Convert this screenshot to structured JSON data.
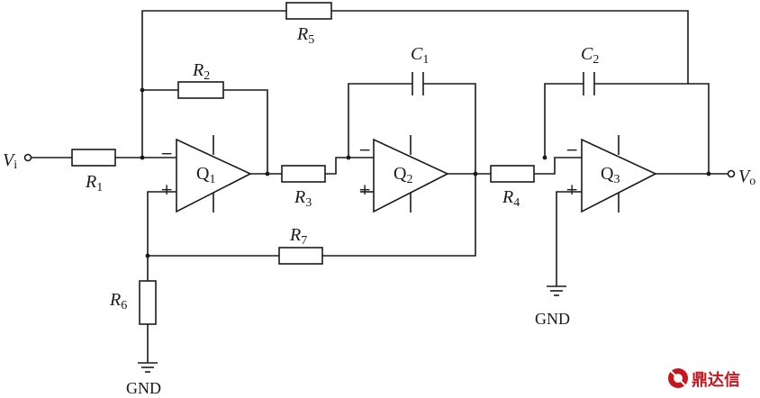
{
  "input_label": {
    "main": "V",
    "sub": "i"
  },
  "output_label": {
    "main": "V",
    "sub": "o"
  },
  "resistors": {
    "r1": {
      "main": "R",
      "sub": "1"
    },
    "r2": {
      "main": "R",
      "sub": "2"
    },
    "r3": {
      "main": "R",
      "sub": "3"
    },
    "r4": {
      "main": "R",
      "sub": "4"
    },
    "r5": {
      "main": "R",
      "sub": "5"
    },
    "r6": {
      "main": "R",
      "sub": "6"
    },
    "r7": {
      "main": "R",
      "sub": "7"
    }
  },
  "capacitors": {
    "c1": {
      "main": "C",
      "sub": "1"
    },
    "c2": {
      "main": "C",
      "sub": "2"
    }
  },
  "opamps": {
    "q1": {
      "main": "Q",
      "sub": "1"
    },
    "q2": {
      "main": "Q",
      "sub": "2"
    },
    "q3": {
      "main": "Q",
      "sub": "3"
    }
  },
  "ground_label": "GND",
  "minus_sign": "−",
  "plus_sign": "+",
  "watermark": {
    "text": "鼎达信",
    "color": "#c8161d"
  }
}
